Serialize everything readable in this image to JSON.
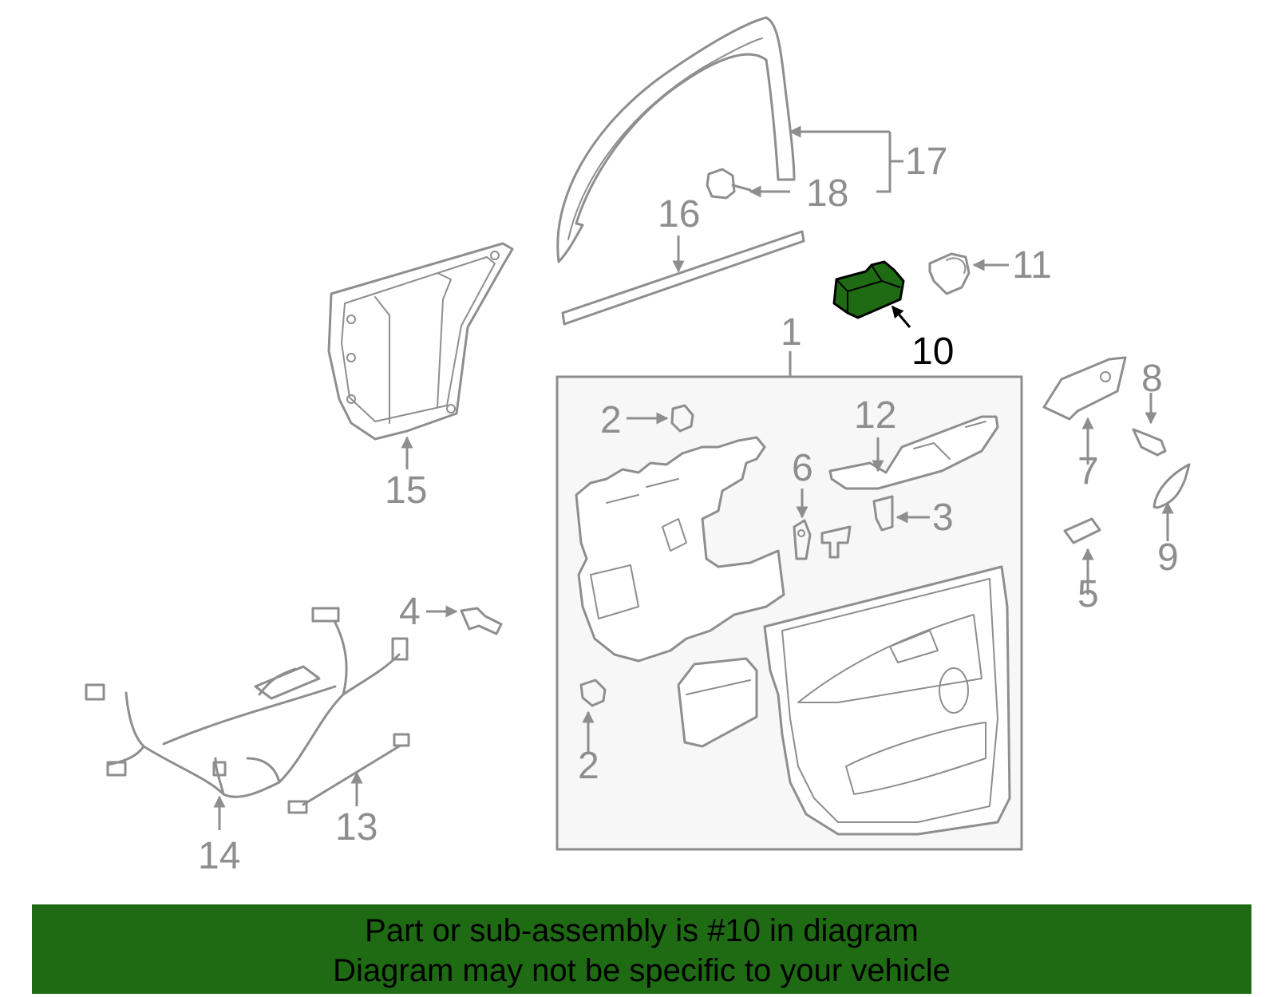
{
  "diagram": {
    "highlight_color": "#1e6b14",
    "line_color": "#8e8e8e",
    "callouts": {
      "c1": "1",
      "c2a": "2",
      "c2b": "2",
      "c3": "3",
      "c4": "4",
      "c5": "5",
      "c6": "6",
      "c7": "7",
      "c8": "8",
      "c9": "9",
      "c10": "10",
      "c11": "11",
      "c12": "12",
      "c13": "13",
      "c14": "14",
      "c15": "15",
      "c16": "16",
      "c17": "17",
      "c18": "18"
    }
  },
  "banner": {
    "line1": "Part or sub-assembly is #10 in diagram",
    "line2": "Diagram may not be specific to your vehicle"
  }
}
